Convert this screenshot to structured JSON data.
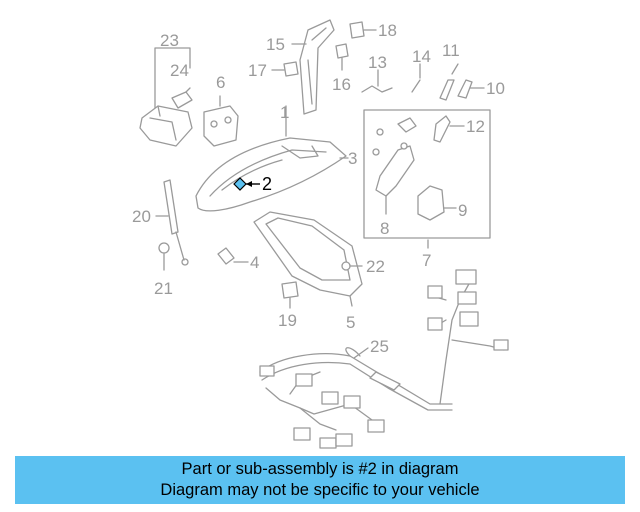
{
  "diagram": {
    "labels": {
      "p1": "1",
      "p2": "2",
      "p3": "3",
      "p4": "4",
      "p5": "5",
      "p6": "6",
      "p7": "7",
      "p8": "8",
      "p9": "9",
      "p10": "10",
      "p11": "11",
      "p12": "12",
      "p13": "13",
      "p14": "14",
      "p15": "15",
      "p16": "16",
      "p17": "17",
      "p18": "18",
      "p19": "19",
      "p20": "20",
      "p21": "21",
      "p22": "22",
      "p23": "23",
      "p24": "24",
      "p25": "25"
    },
    "highlighted_part": "2",
    "line_color": "#9a9a9a",
    "highlight_color": "#000000"
  },
  "caption": {
    "line1": "Part or sub-assembly is #2 in diagram",
    "line2": "Diagram may not be specific to your vehicle",
    "background": "#5bc1f1"
  }
}
